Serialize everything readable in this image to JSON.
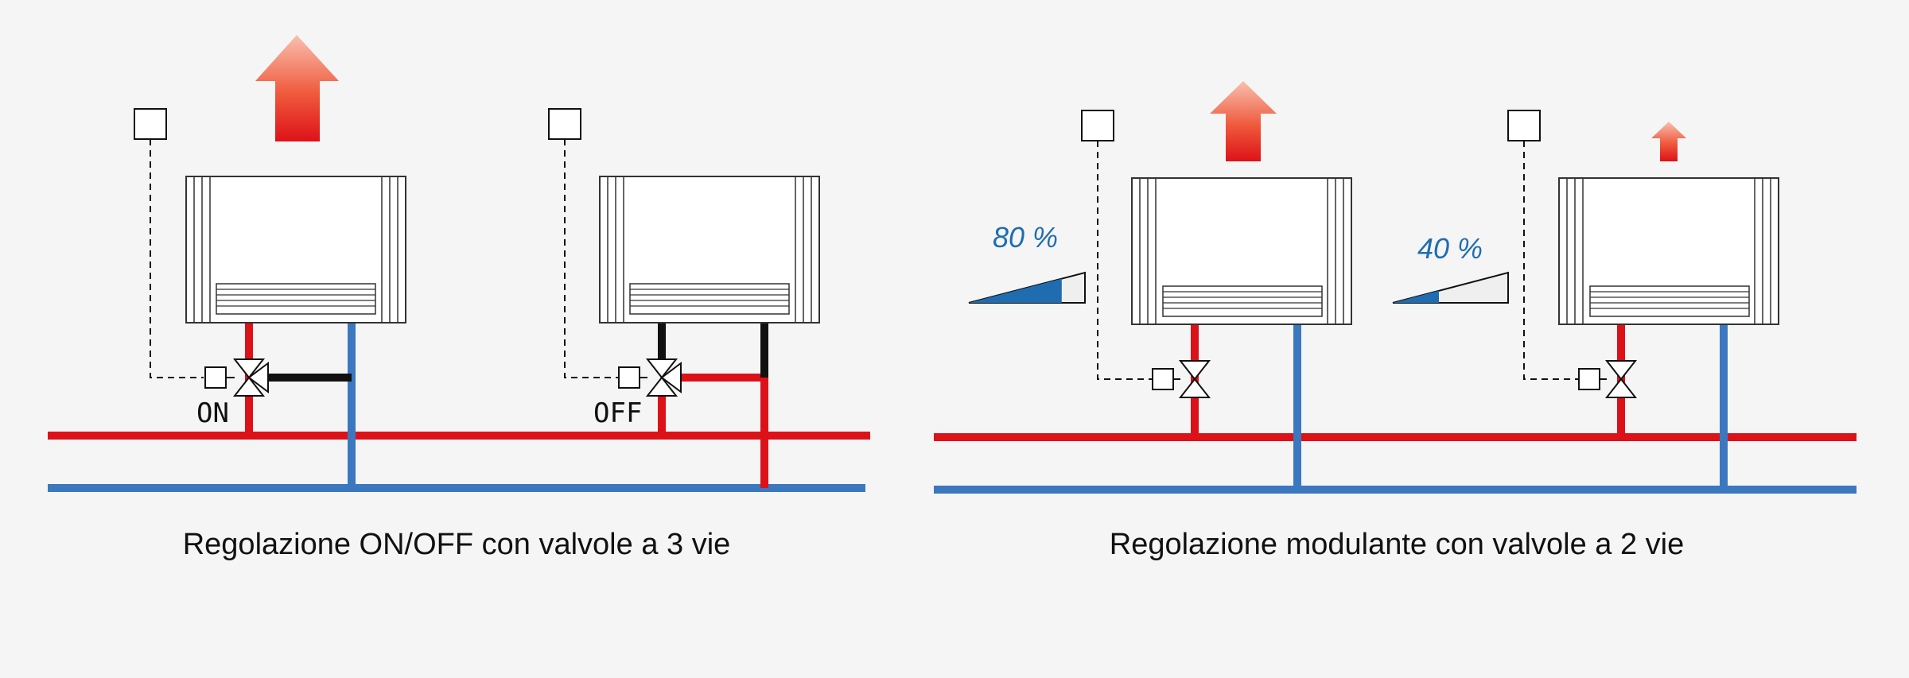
{
  "colors": {
    "hot_pipe": "#dd1219",
    "cold_pipe": "#3b78bf",
    "closed_pipe": "#111111",
    "percent_text": "#1f6db0",
    "slider_fill": "#1f6db0",
    "background": "#f5f5f5"
  },
  "icons": [
    "heat-flow-arrow-icon",
    "thermostat-icon",
    "three-way-valve-icon",
    "two-way-valve-icon",
    "actuator-icon",
    "modulation-wedge-icon"
  ],
  "panels": [
    {
      "caption": "Regolazione ON/OFF con valvole a 3 vie",
      "units": [
        {
          "state_label": "ON",
          "valve_type": "3-way"
        },
        {
          "state_label": "OFF",
          "valve_type": "3-way"
        }
      ]
    },
    {
      "caption": "Regolazione modulante con valvole a 2 vie",
      "units": [
        {
          "percent_label": "80 %",
          "opening": 0.8,
          "valve_type": "2-way"
        },
        {
          "percent_label": "40 %",
          "opening": 0.4,
          "valve_type": "2-way"
        }
      ]
    }
  ]
}
